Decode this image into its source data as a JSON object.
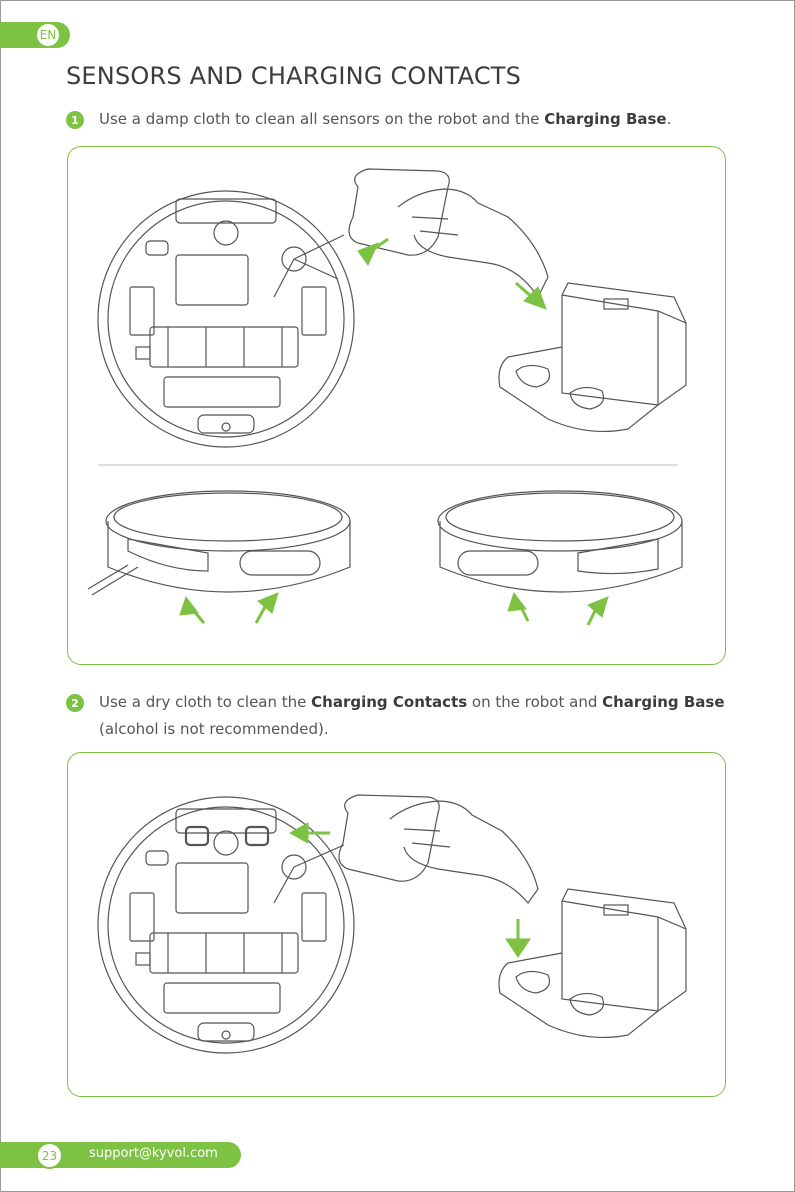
{
  "header": {
    "language": "EN",
    "title": "SENSORS AND CHARGING CONTACTS"
  },
  "step1": {
    "number": "1",
    "text_before": "Use a damp cloth to clean all sensors on the robot and the ",
    "highlight": "Charging Base",
    "text_after": "."
  },
  "step2": {
    "number": "2",
    "text_before": "Use a dry cloth to clean the ",
    "highlight1": "Charging Contacts",
    "text_middle": " on the robot and ",
    "highlight2": "Charging Base",
    "line2": "(alcohol is not recommended)."
  },
  "footer": {
    "page_number": "23",
    "email": "support@kyvol.com"
  },
  "colors": {
    "accent": "#7dc242",
    "line_art": "#555555"
  },
  "icons": [
    "robot-underside-icon",
    "hand-cloth-icon",
    "charging-base-icon",
    "robot-side-icon",
    "arrow-icon"
  ]
}
